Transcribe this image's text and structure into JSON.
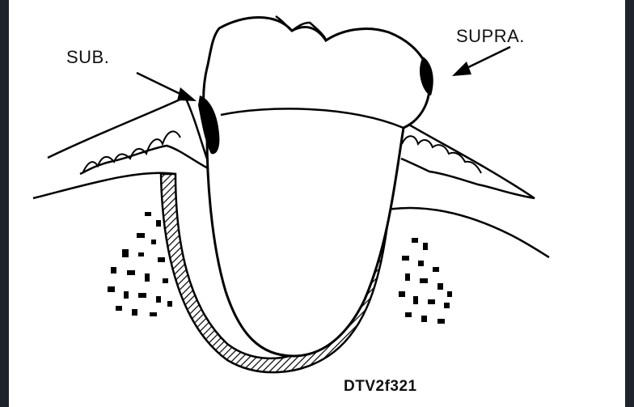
{
  "diagram": {
    "labels": {
      "sub": "SUB.",
      "supra": "SUPRA.",
      "figure_code": "DTV2f321"
    }
  }
}
